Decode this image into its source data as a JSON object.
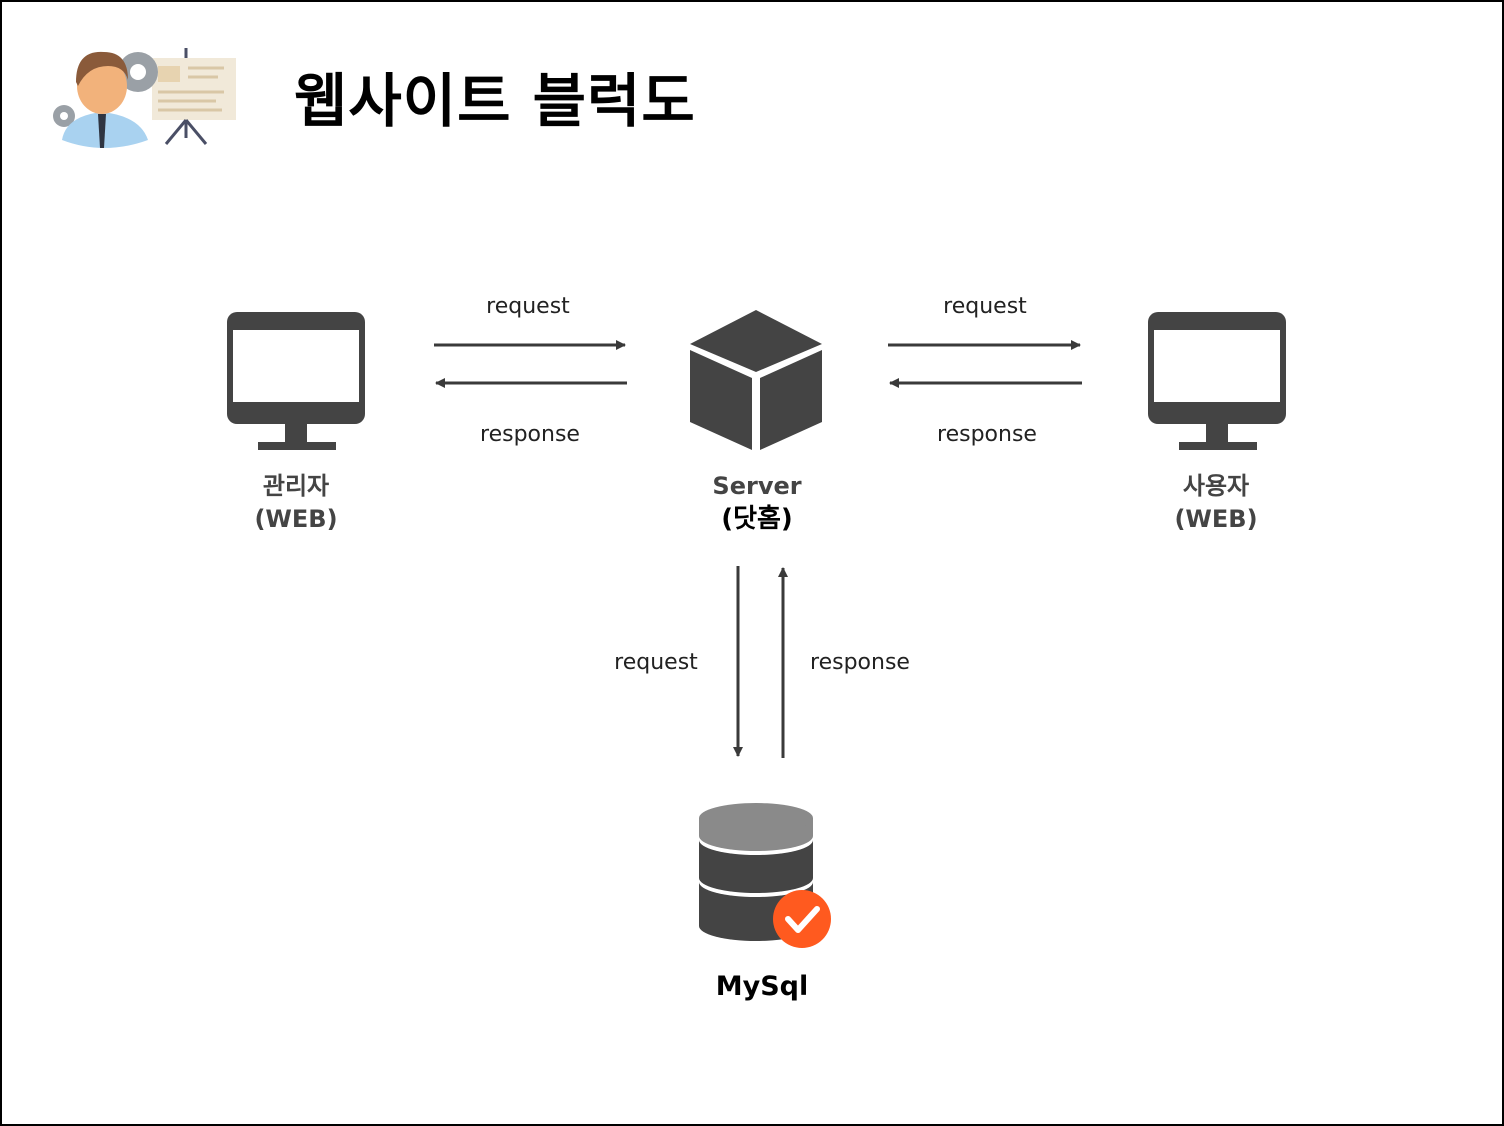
{
  "title": "웹사이트 블럭도",
  "nodes": {
    "admin": {
      "label": "관리자",
      "sub": "(WEB)",
      "icon": "monitor-icon"
    },
    "server": {
      "label": "Server",
      "sub": "(닷홈)",
      "icon": "cube-icon"
    },
    "user": {
      "label": "사용자",
      "sub": "(WEB)",
      "icon": "monitor-icon"
    },
    "db": {
      "label": "MySql",
      "icon": "database-check-icon"
    }
  },
  "edges": {
    "admin_server": {
      "request": "request",
      "response": "response"
    },
    "server_user": {
      "request": "request",
      "response": "response"
    },
    "server_db": {
      "request": "request",
      "response": "response"
    }
  },
  "colors": {
    "icon": "#444444",
    "db_light": "#8a8a8a",
    "check": "#ff5a1f",
    "arrow": "#3a3a3a"
  }
}
